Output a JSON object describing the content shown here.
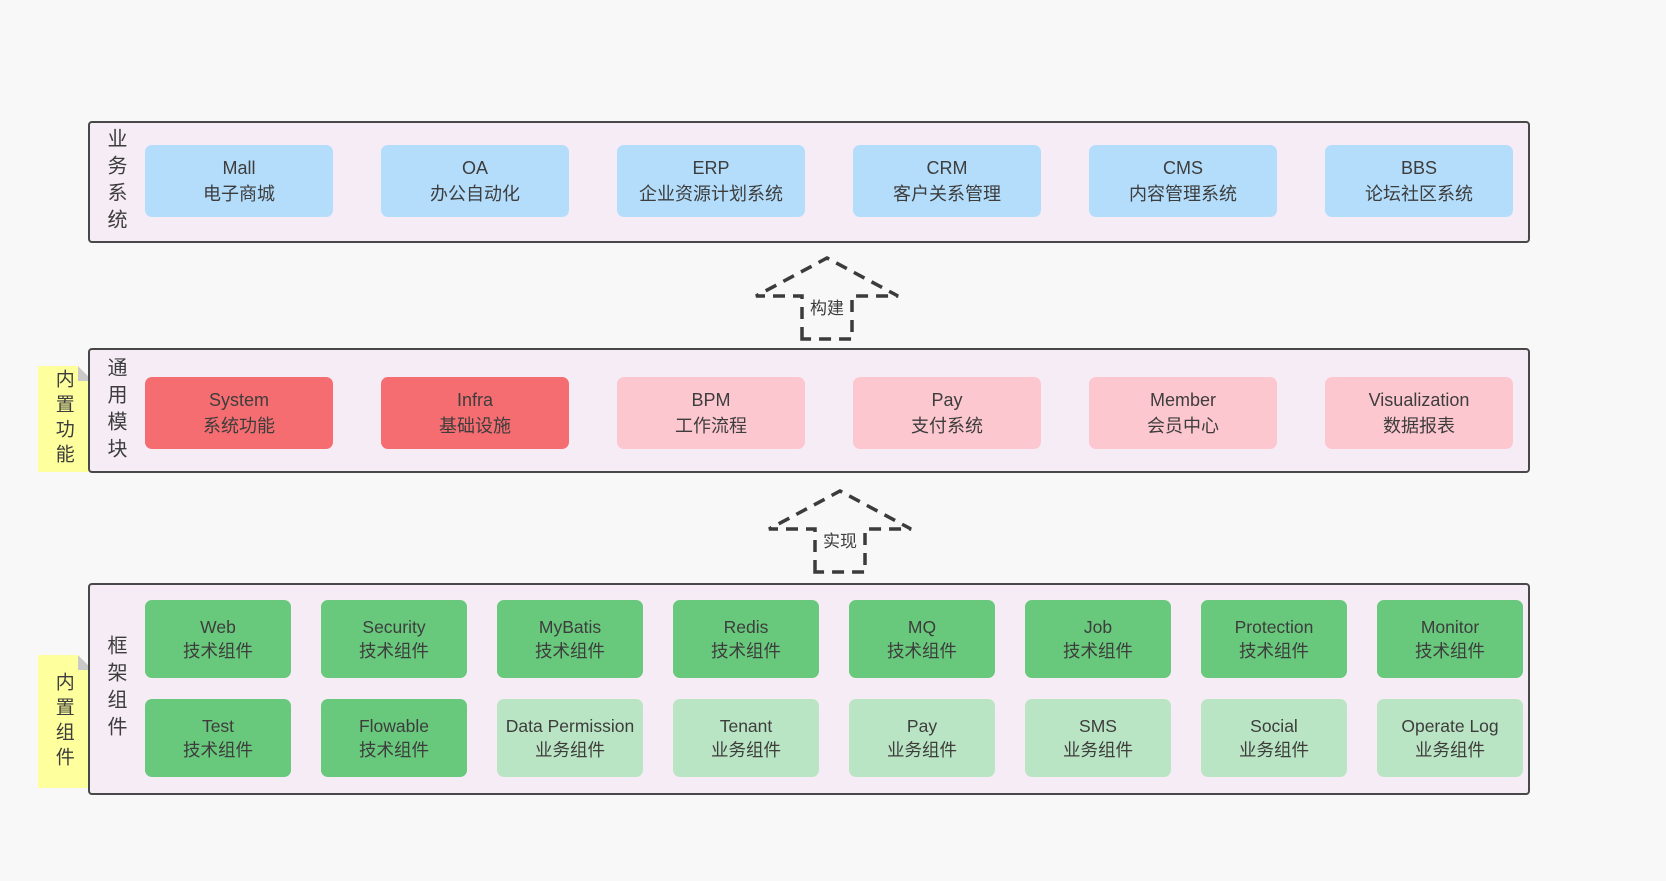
{
  "colors": {
    "page": "#f8f8f8",
    "panel": "#f6ecf5",
    "border": "#484848",
    "text": "#3d3d3d",
    "blue": "#b3ddfb",
    "red": "#f56d70",
    "pink": "#fdc7d0",
    "green": "#68c97c",
    "greenlight": "#bae5c4",
    "sticky": "#feff9d",
    "fold": "#c9c9c9",
    "arrow": "#3b3b3b"
  },
  "layers": [
    {
      "id": "business-systems",
      "label": "业务系统",
      "boxes": [
        {
          "title": "Mall",
          "subtitle": "电子商城",
          "variant": "blue"
        },
        {
          "title": "OA",
          "subtitle": "办公自动化",
          "variant": "blue"
        },
        {
          "title": "ERP",
          "subtitle": "企业资源计划系统",
          "variant": "blue"
        },
        {
          "title": "CRM",
          "subtitle": "客户关系管理",
          "variant": "blue"
        },
        {
          "title": "CMS",
          "subtitle": "内容管理系统",
          "variant": "blue"
        },
        {
          "title": "BBS",
          "subtitle": "论坛社区系统",
          "variant": "blue"
        }
      ]
    },
    {
      "id": "common-modules",
      "label": "通用模块",
      "sticky": "内置功能",
      "boxes": [
        {
          "title": "System",
          "subtitle": "系统功能",
          "variant": "red"
        },
        {
          "title": "Infra",
          "subtitle": "基础设施",
          "variant": "red"
        },
        {
          "title": "BPM",
          "subtitle": "工作流程",
          "variant": "pink"
        },
        {
          "title": "Pay",
          "subtitle": "支付系统",
          "variant": "pink"
        },
        {
          "title": "Member",
          "subtitle": "会员中心",
          "variant": "pink"
        },
        {
          "title": "Visualization",
          "subtitle": "数据报表",
          "variant": "pink"
        }
      ]
    },
    {
      "id": "framework-components",
      "label": "框架组件",
      "sticky": "内置组件",
      "rows": [
        [
          {
            "title": "Web",
            "subtitle": "技术组件",
            "variant": "green"
          },
          {
            "title": "Security",
            "subtitle": "技术组件",
            "variant": "green"
          },
          {
            "title": "MyBatis",
            "subtitle": "技术组件",
            "variant": "green"
          },
          {
            "title": "Redis",
            "subtitle": "技术组件",
            "variant": "green"
          },
          {
            "title": "MQ",
            "subtitle": "技术组件",
            "variant": "green"
          },
          {
            "title": "Job",
            "subtitle": "技术组件",
            "variant": "green"
          },
          {
            "title": "Protection",
            "subtitle": "技术组件",
            "variant": "green"
          },
          {
            "title": "Monitor",
            "subtitle": "技术组件",
            "variant": "green"
          }
        ],
        [
          {
            "title": "Test",
            "subtitle": "技术组件",
            "variant": "green"
          },
          {
            "title": "Flowable",
            "subtitle": "技术组件",
            "variant": "green"
          },
          {
            "title": "Data Permission",
            "subtitle": "业务组件",
            "variant": "greenlight"
          },
          {
            "title": "Tenant",
            "subtitle": "业务组件",
            "variant": "greenlight"
          },
          {
            "title": "Pay",
            "subtitle": "业务组件",
            "variant": "greenlight"
          },
          {
            "title": "SMS",
            "subtitle": "业务组件",
            "variant": "greenlight"
          },
          {
            "title": "Social",
            "subtitle": "业务组件",
            "variant": "greenlight"
          },
          {
            "title": "Operate Log",
            "subtitle": "业务组件",
            "variant": "greenlight"
          }
        ]
      ]
    }
  ],
  "arrows": [
    {
      "label": "构建",
      "direction": "up"
    },
    {
      "label": "实现",
      "direction": "up"
    }
  ]
}
